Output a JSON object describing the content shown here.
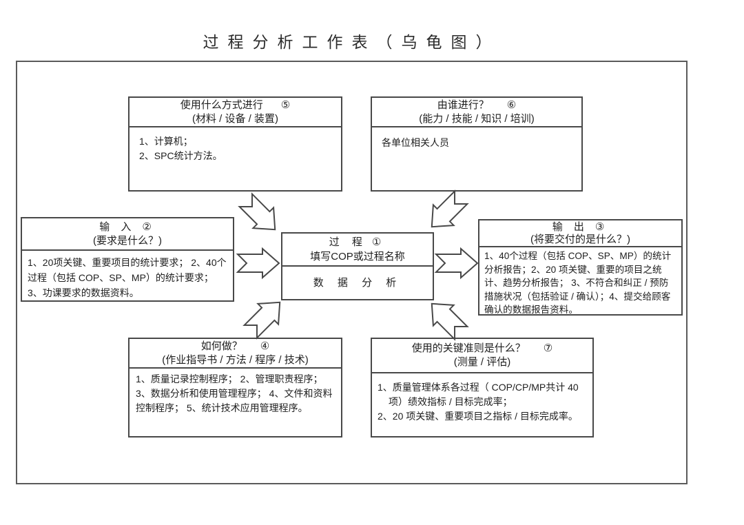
{
  "title": "过程分析工作表（乌龟图）",
  "boxes": {
    "process": {
      "title": "过 程",
      "number": "①",
      "subtitle": "填写COP或过程名称",
      "body": "数 据 分 析"
    },
    "input": {
      "title": "输 入",
      "number": "②",
      "subtitle": "(要求是什么？)",
      "body": "1、20项关键、重要项目的统计要求；  2、40个过程（包括 COP、SP、MP）的统计要求；3、功课要求的数据资料。"
    },
    "output": {
      "title": "输 出",
      "number": "③",
      "subtitle": "(将要交付的是什么？)",
      "body": "1、40个过程（包括 COP、SP、MP）的统计分析报告；2、20 项关键、重要的项目之统计、趋势分析报告；  3、不符合和纠正 / 预防措施状况（包括验证 / 确认）；4、提交给顾客确认的数据报告资料。"
    },
    "how": {
      "title": "如何做？",
      "number": "④",
      "subtitle": "(作业指导书 / 方法 / 程序 / 技术)",
      "body": "1、质量记录控制程序；  2、管理职责程序；  3、数据分析和使用管理程序；  4、文件和资料控制程序；  5、统计技术应用管理程序。"
    },
    "method": {
      "title": "使用什么方式进行",
      "number": "⑤",
      "subtitle": "(材料 / 设备 / 装置)",
      "body_lines": [
        "1、计算机；",
        "2、SPC统计方法。"
      ]
    },
    "who": {
      "title": "由谁进行？",
      "number": "⑥",
      "subtitle": "(能力 / 技能 / 知识 / 培训)",
      "body": "各单位相关人员"
    },
    "criteria": {
      "title": "使用的关键准则是什么？",
      "number": "⑦",
      "subtitle": "(测量 / 评估)",
      "body_lines": [
        "1、质量管理体系各过程（ COP/CP/MP共计 40 项）绩效指标 / 目标完成率；",
        "2、20 项关键、重要项目之指标 / 目标完成率。"
      ]
    }
  },
  "arrows": [
    {
      "name": "method-to-process",
      "direction": "down-right"
    },
    {
      "name": "who-to-process",
      "direction": "down-left"
    },
    {
      "name": "input-to-process",
      "direction": "right"
    },
    {
      "name": "process-to-output",
      "direction": "right"
    },
    {
      "name": "how-to-process",
      "direction": "up-right"
    },
    {
      "name": "criteria-to-process",
      "direction": "up-left"
    }
  ],
  "colors": {
    "line": "#484848",
    "frame": "#5a5a5a",
    "text": "#1e1e1e",
    "background": "#ffffff"
  }
}
